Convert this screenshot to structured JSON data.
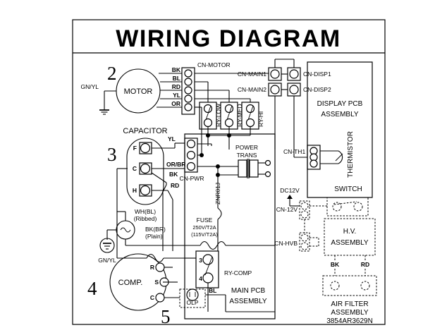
{
  "document": {
    "title": "WIRING DIAGRAM",
    "part_number": "3854AR3629N"
  },
  "callouts": [
    {
      "number": "2",
      "refers_to": "motor"
    },
    {
      "number": "3",
      "refers_to": "capacitor"
    },
    {
      "number": "4",
      "refers_to": "compressor"
    },
    {
      "number": "5",
      "refers_to": "olp"
    }
  ],
  "components": {
    "motor": {
      "label": "MOTOR",
      "ground_label": "GN/YL",
      "connector": "CN-MOTOR",
      "wires": [
        "BK",
        "BL",
        "RD",
        "YL",
        "OR"
      ]
    },
    "capacitor": {
      "label": "CAPACITOR",
      "terminals": [
        "F",
        "C",
        "H"
      ],
      "wire_f": "YL",
      "wire_c": "OR/BR",
      "wire_bk": "BK",
      "wire_rd": "RD"
    },
    "power_cord": {
      "live_label": "WH(BL)",
      "live_note": "(Ribbed)",
      "neutral_label": "BK(BR)",
      "neutral_note": "(Plain)",
      "ground_label": "GN/YL"
    },
    "compressor": {
      "label": "COMP.",
      "terminals": [
        "R",
        "S",
        "C"
      ],
      "olp_label": "OLP",
      "olp_wire": "BL"
    },
    "relays": [
      {
        "name": "RY-LOW"
      },
      {
        "name": "RY-MED"
      },
      {
        "name": "RY-HI"
      },
      {
        "name": "RY-COMP",
        "pins": [
          "3",
          "4"
        ]
      }
    ],
    "connectors": [
      {
        "name": "CN-MOTOR"
      },
      {
        "name": "CN-PWR"
      },
      {
        "name": "CN-MAIN1"
      },
      {
        "name": "CN-MAIN2"
      },
      {
        "name": "CN-DISP1"
      },
      {
        "name": "CN-DISP2"
      },
      {
        "name": "CN-TH1"
      },
      {
        "name": "CN-12V"
      },
      {
        "name": "CN-HVB"
      }
    ],
    "power_trans": {
      "label_line1": "POWER",
      "label_line2": "TRANS",
      "varistor": "ZNR01J"
    },
    "fuse": {
      "label": "FUSE",
      "rating": "250V/T2A",
      "rating_alt": "(115V/T2A)"
    },
    "display_pcb": {
      "line1": "DISPLAY PCB",
      "line2": "ASSEMBLY"
    },
    "main_pcb": {
      "line1": "MAIN PCB",
      "line2": "ASSEMBLY"
    },
    "thermistor": {
      "label": "THERMISTOR"
    },
    "switch": {
      "label": "SWITCH"
    },
    "dc_supply": {
      "label": "DC12V"
    },
    "hv_assembly": {
      "line1": "H.V.",
      "line2": "ASSEMBLY",
      "wire_left": "BK",
      "wire_right": "RD"
    },
    "air_filter": {
      "line1": "AIR FILTER",
      "line2": "ASSEMBLY"
    }
  }
}
